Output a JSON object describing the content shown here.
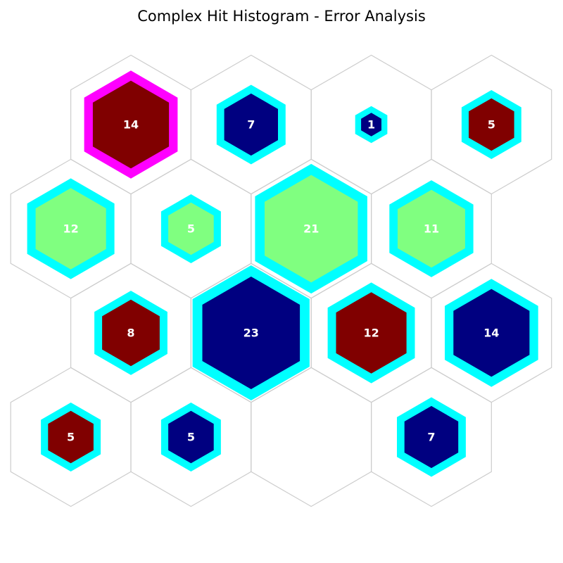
{
  "chart_data": {
    "type": "hexbin",
    "title": "Complex Hit Histogram - Error Analysis",
    "grid": true,
    "colors": {
      "outline": "#cccccc",
      "error_ring": "#00ffff",
      "error_ring_high": "#ff00ff",
      "fill_navy": "#000080",
      "fill_maroon": "#800000",
      "fill_green": "#80ff80",
      "label": "#ffffff"
    },
    "cells": [
      {
        "row": 0,
        "col": 0,
        "value": 14,
        "fill": "#800000",
        "ring": "#ff00ff"
      },
      {
        "row": 0,
        "col": 1,
        "value": 7,
        "fill": "#000080",
        "ring": "#00ffff"
      },
      {
        "row": 0,
        "col": 2,
        "value": 1,
        "fill": "#000080",
        "ring": "#00ffff"
      },
      {
        "row": 0,
        "col": 3,
        "value": 5,
        "fill": "#800000",
        "ring": "#00ffff"
      },
      {
        "row": 1,
        "col": 0,
        "value": 12,
        "fill": "#80ff80",
        "ring": "#00ffff"
      },
      {
        "row": 1,
        "col": 1,
        "value": 5,
        "fill": "#80ff80",
        "ring": "#00ffff"
      },
      {
        "row": 1,
        "col": 2,
        "value": 21,
        "fill": "#80ff80",
        "ring": "#00ffff"
      },
      {
        "row": 1,
        "col": 3,
        "value": 11,
        "fill": "#80ff80",
        "ring": "#00ffff"
      },
      {
        "row": 2,
        "col": 0,
        "value": 8,
        "fill": "#800000",
        "ring": "#00ffff"
      },
      {
        "row": 2,
        "col": 1,
        "value": 23,
        "fill": "#000080",
        "ring": "#00ffff"
      },
      {
        "row": 2,
        "col": 2,
        "value": 12,
        "fill": "#800000",
        "ring": "#00ffff"
      },
      {
        "row": 2,
        "col": 3,
        "value": 14,
        "fill": "#000080",
        "ring": "#00ffff"
      },
      {
        "row": 3,
        "col": 0,
        "value": 5,
        "fill": "#800000",
        "ring": "#00ffff"
      },
      {
        "row": 3,
        "col": 1,
        "value": 5,
        "fill": "#000080",
        "ring": "#00ffff"
      },
      {
        "row": 3,
        "col": 2,
        "value": null,
        "fill": null,
        "ring": null
      },
      {
        "row": 3,
        "col": 3,
        "value": 7,
        "fill": "#000080",
        "ring": "#00ffff"
      }
    ]
  }
}
